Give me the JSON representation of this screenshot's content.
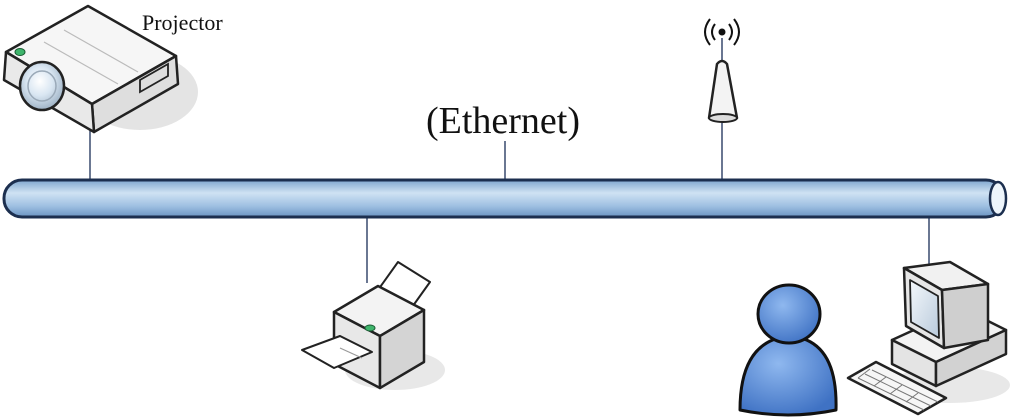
{
  "diagram": {
    "title": "(Ethernet)",
    "nodes": [
      {
        "id": "projector",
        "label": "Projector",
        "icon": "projector-icon"
      },
      {
        "id": "wireless-access-point",
        "label": "",
        "icon": "wifi-antenna-icon"
      },
      {
        "id": "printer",
        "label": "",
        "icon": "printer-icon"
      },
      {
        "id": "user",
        "label": "",
        "icon": "user-person-icon"
      },
      {
        "id": "computer",
        "label": "",
        "icon": "desktop-computer-icon"
      }
    ],
    "edges": [
      {
        "from": "projector",
        "to": "ethernet"
      },
      {
        "from": "ethernet-label",
        "to": "ethernet"
      },
      {
        "from": "wireless-access-point",
        "to": "ethernet"
      },
      {
        "from": "printer",
        "to": "ethernet"
      },
      {
        "from": "computer",
        "to": "ethernet"
      }
    ],
    "colors": {
      "cable": "#a9c8e6",
      "cable_outline": "#1c2f4f",
      "person": "#4f86d6",
      "device": "#eeeeee",
      "device_outline": "#222222",
      "indicator_led": "#3fb56c"
    }
  }
}
